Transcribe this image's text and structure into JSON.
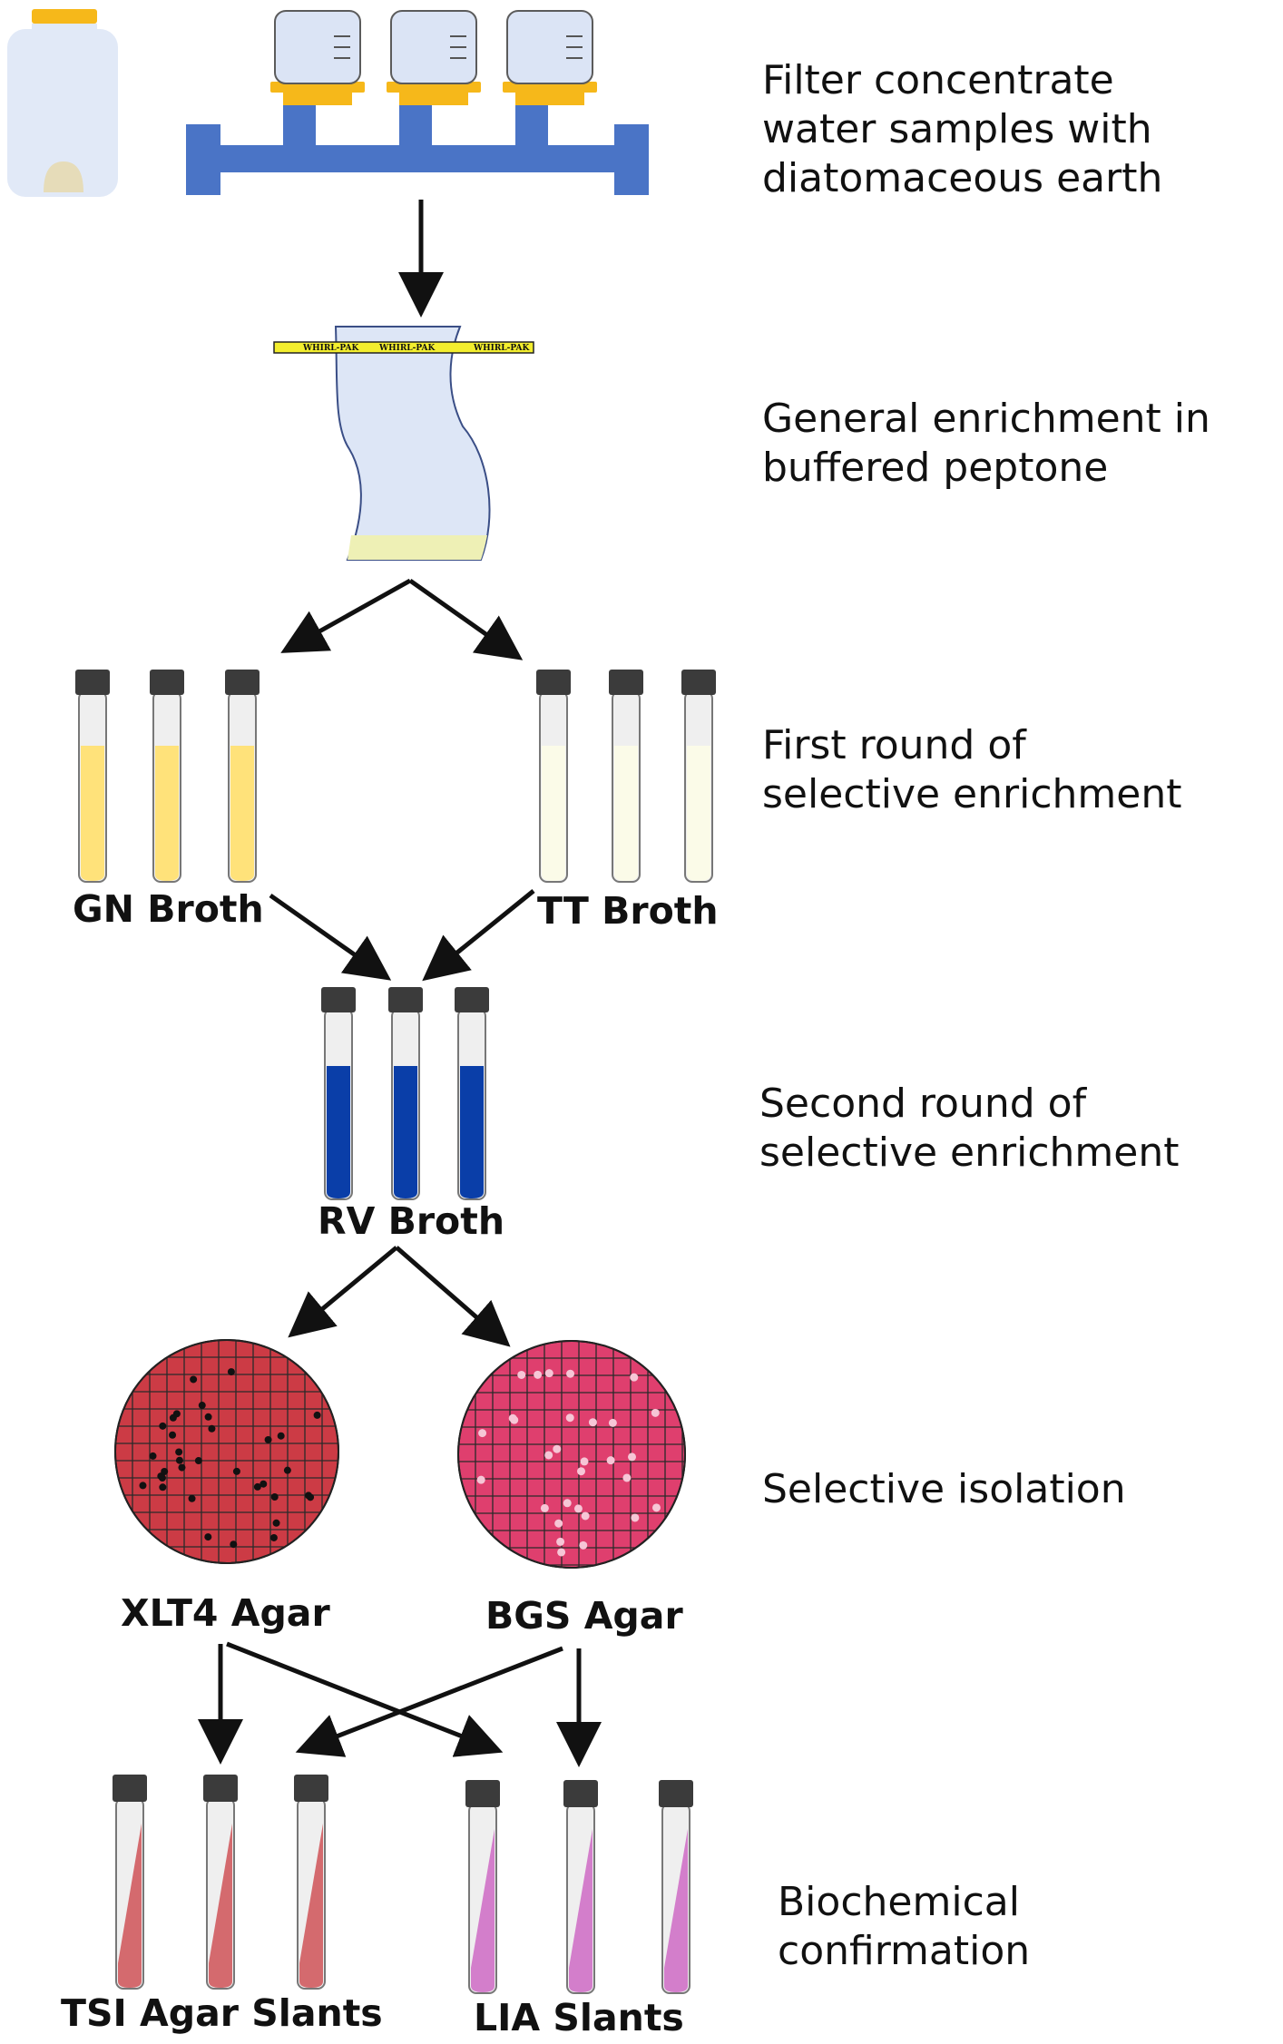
{
  "steps": [
    "Filter concentrate\nwater samples with\ndiatomaceous earth",
    "General enrichment in\nbuffered peptone",
    "First round of\nselective enrichment",
    "Second round of\nselective enrichment",
    "Selective isolation",
    "Biochemical confirmation"
  ],
  "bag_label": "WHIRL-PAK",
  "labels": {
    "gn": "GN Broth",
    "tt": "TT Broth",
    "rv": "RV Broth",
    "xlt4": "XLT4 Agar",
    "bgs": "BGS Agar",
    "tsi": "TSI Agar Slants",
    "lia": "LIA Slants"
  },
  "colors": {
    "manifold": "#4a74c6",
    "yellow": "#f6b81a",
    "gn": "#ffe27a",
    "tt": "#fbfbe8",
    "rv": "#0a3ea8",
    "xlt4": "#cc3b45",
    "bgs": "#df3f6e",
    "tsi": "#d46a6e",
    "lia": "#d37ecb",
    "cap": "#3b3b3b"
  }
}
